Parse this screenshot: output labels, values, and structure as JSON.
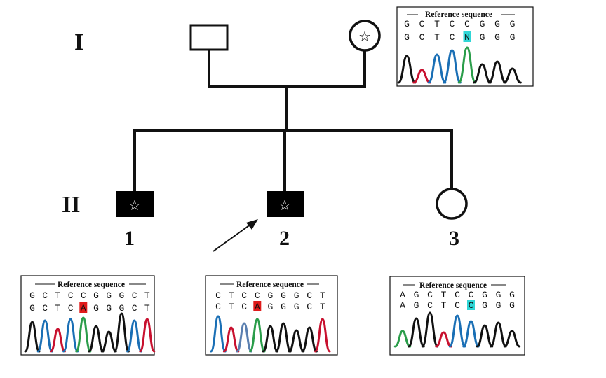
{
  "generations": {
    "gen1": "I",
    "gen2": "II"
  },
  "individuals": {
    "ii1": "1",
    "ii2": "2",
    "ii3": "3"
  },
  "symbols": {
    "star": "☆"
  },
  "panels": {
    "mother": {
      "title": "Reference sequence",
      "ref": [
        "G",
        "C",
        "T",
        "C",
        "C",
        "G",
        "G",
        "G"
      ],
      "sample": [
        "G",
        "C",
        "T",
        "C",
        "N",
        "G",
        "G",
        "G"
      ],
      "highlight_index": 4,
      "highlight_color": "#2fd6d6",
      "peak_colors": [
        "#111111",
        "#c8102e",
        "#1a6fb5",
        "#1a6fb5",
        "#2a9d4a",
        "#111111",
        "#111111",
        "#111111"
      ]
    },
    "son1": {
      "title": "Reference sequence",
      "ref": [
        "G",
        "C",
        "T",
        "C",
        "C",
        "G",
        "G",
        "G",
        "C",
        "T"
      ],
      "sample": [
        "G",
        "C",
        "T",
        "C",
        "A",
        "G",
        "G",
        "G",
        "C",
        "T"
      ],
      "highlight_index": 4,
      "highlight_color": "#e01b1b",
      "peak_colors": [
        "#111111",
        "#1a6fb5",
        "#c8102e",
        "#1a6fb5",
        "#2a9d4a",
        "#111111",
        "#111111",
        "#111111",
        "#1a6fb5",
        "#c8102e"
      ]
    },
    "son2": {
      "title": "Reference sequence",
      "ref": [
        "C",
        "T",
        "C",
        "C",
        "G",
        "G",
        "G",
        "C",
        "T"
      ],
      "sample": [
        "C",
        "T",
        "C",
        "A",
        "G",
        "G",
        "G",
        "C",
        "T"
      ],
      "highlight_index": 3,
      "highlight_color": "#e01b1b",
      "peak_colors": [
        "#1a6fb5",
        "#c8102e",
        "#5a7fb0",
        "#2a9d4a",
        "#111111",
        "#111111",
        "#111111",
        "#111111",
        "#c8102e"
      ]
    },
    "daughter": {
      "title": "Reference sequence",
      "ref": [
        "A",
        "G",
        "C",
        "T",
        "C",
        "C",
        "G",
        "G",
        "G"
      ],
      "sample": [
        "A",
        "G",
        "C",
        "T",
        "C",
        "C",
        "G",
        "G",
        "G"
      ],
      "highlight_index": 5,
      "highlight_color": "#2fd6d6",
      "peak_colors": [
        "#2a9d4a",
        "#111111",
        "#111111",
        "#c8102e",
        "#1a6fb5",
        "#1a6fb5",
        "#111111",
        "#111111",
        "#111111"
      ]
    }
  }
}
